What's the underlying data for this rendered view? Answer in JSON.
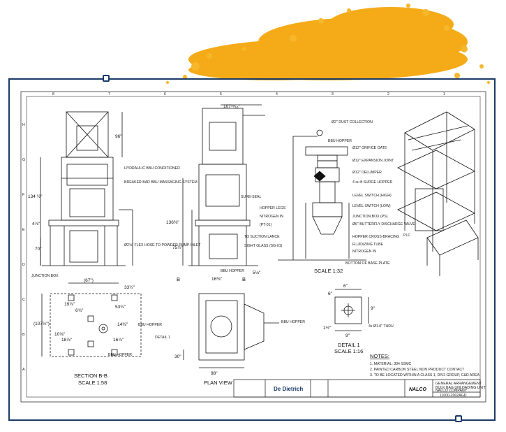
{
  "colors": {
    "frame": "#1b3a66",
    "ink": "#111111",
    "splash": "#f5a300"
  },
  "front": {
    "dims": [
      "96\"",
      "134 ½\"",
      "4⅞\"",
      "70\""
    ],
    "labels": [
      "HYDRAULIC BBU CONDITIONER",
      "BREAKER BAR BBU MASSAGING SYSTEM",
      "Ø2⅝\" FLEX HOSE TO POWDER PUMP INLET",
      "JUNCTION BOX"
    ]
  },
  "side": {
    "dims": [
      "107¹⁵⁄₁₆\"",
      "136⅜\"",
      "75½\"",
      "16⅜\"",
      "5⅛\""
    ],
    "labels": [
      "SURE-SEAL",
      "BBU HOPPER",
      "B",
      "B"
    ]
  },
  "schematic": {
    "labels": [
      "Ø2\" DUST COLLECTION",
      "BBU HOPPER",
      "Ø12\" ORIFICE GATE",
      "Ø12\" EXPANSION JOINT",
      "Ø12\" DELUMPER",
      "4 cu ft SURGE HOPPER",
      "LEVEL SWITCH (HIGH)",
      "LEVEL SWITCH (LOW)",
      "JUNCTION BOX (PS)",
      "Ø6\" BUTTERFLY DISCHARGE VALVE",
      "HOPPER CROSS-BRACING",
      "FLUIDIZING TUBE",
      "NITROGEN IN",
      "HOPPER LEGS",
      "NITROGEN IN",
      "(PT-01)",
      "TO SUCTION LANCE",
      "SIGHT GLASS (SG-01)",
      "BOTTOM OF BASE PLATE"
    ],
    "scale": "SCALE 1:32"
  },
  "iso": {
    "label": "PLC"
  },
  "section": {
    "dims": [
      "(67\")",
      "33½\"",
      "19⅞\"",
      "6¾\"",
      "53¾\"",
      "(107½\")",
      "14⅜\"",
      "10⅝\"",
      "18⅞\"",
      "16⅞\""
    ],
    "labels": [
      "BBU HOPPER",
      "DETAIL 1",
      "BBU HOPPER"
    ],
    "title": "SECTION B-B",
    "scale": "SCALE 1:58"
  },
  "plan": {
    "dims": [
      "30\"",
      "98\""
    ],
    "label": "BBU HOPPER",
    "title": "PLAN VIEW"
  },
  "detail": {
    "dims": [
      "6\"",
      "6\"",
      "9\"",
      "1½\"",
      "9\""
    ],
    "label": "4x Ø1.0\" THRU",
    "title": "DETAIL 1",
    "scale": "SCALE 1:16"
  },
  "notes": {
    "title": "NOTES:",
    "items": [
      "1. MATERIAL: 304 SSMC",
      "2. PAINTED CARBON STEEL NON PRODUCT CONTACT",
      "3. TO BE LOCATED WITHIN A CLASS 1, DIV2 GROUP, C&D AREA"
    ]
  },
  "titleblock": {
    "brand": "De Dietrich",
    "company": "NALCO COMPANY",
    "logo": "NALCO",
    "desc": [
      "GENERAL ARRANGEMENT",
      "BULK BAG UNLOADING UNIT"
    ],
    "number": "11000-2002AGD"
  },
  "grid": {
    "top": [
      "8",
      "7",
      "6",
      "5",
      "4",
      "3",
      "2",
      "1"
    ],
    "side": [
      "H",
      "G",
      "F",
      "E",
      "D",
      "C",
      "B",
      "A"
    ]
  }
}
